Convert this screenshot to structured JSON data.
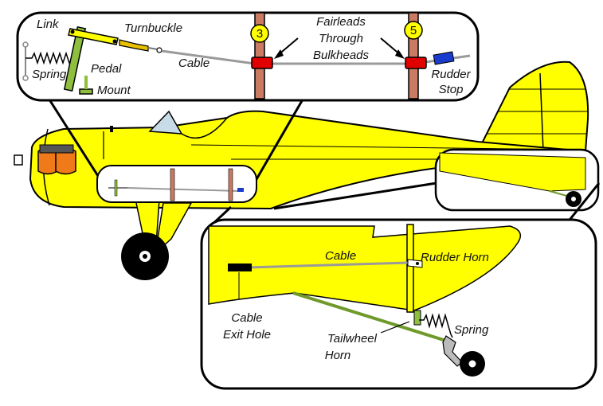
{
  "labels": {
    "link": "Link",
    "turnbuckle": "Turnbuckle",
    "spring_top": "Spring",
    "pedal": "Pedal",
    "mount": "Mount",
    "cable_top": "Cable",
    "bulkhead_3": "3",
    "bulkhead_5": "5",
    "fairleads_line1": "Fairleads",
    "fairleads_line2": "Through",
    "fairleads_line3": "Bulkheads",
    "rudder_stop_line1": "Rudder",
    "rudder_stop_line2": "Stop",
    "cable_bottom": "Cable",
    "rudder_horn": "Rudder Horn",
    "cable_exit_line1": "Cable",
    "cable_exit_line2": "Exit Hole",
    "tailwheel_horn_line1": "Tailwheel",
    "tailwheel_horn_line2": "Horn",
    "spring_bottom": "Spring"
  },
  "colors": {
    "airframe_yellow": "#ffff00",
    "outline": "#000000",
    "cable_gray": "#9a9a9a",
    "fairlead_red": "#e00000",
    "bulkhead_tan": "#c97b63",
    "pedal_green": "#8fbf3f",
    "rudder_stop_blue": "#1a3ccc",
    "engine_orange": "#f07a1a",
    "windshield_blue": "#c8dce8",
    "tailwheel_spring_green": "#6f9a2a"
  },
  "icons": [
    "tailwheel-icon",
    "main-wheel-icon",
    "engine-cylinder-icon"
  ]
}
